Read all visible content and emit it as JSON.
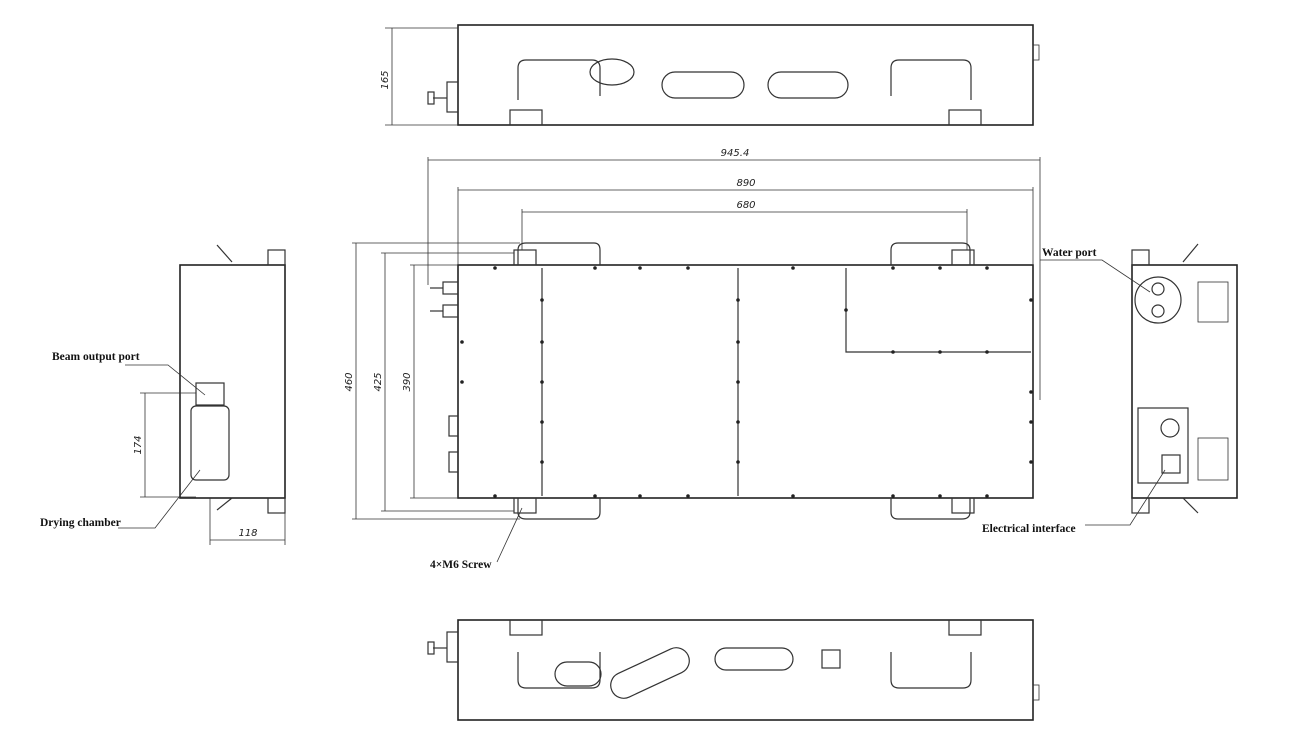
{
  "dimensions": {
    "top_height": "165",
    "overall_length": "945.4",
    "body_length": "890",
    "handle_span": "680",
    "overall_height": "460",
    "height_mid": "425",
    "height_body": "390",
    "beam_height": "174",
    "depth": "118"
  },
  "callouts": {
    "water_port": "Water port",
    "beam_output_port": "Beam output port",
    "drying_chamber": "Drying chamber",
    "screw": "4×M6 Screw",
    "electrical_interface": "Electrical interface"
  },
  "colors": {
    "line": "#333333",
    "background": "#ffffff"
  }
}
